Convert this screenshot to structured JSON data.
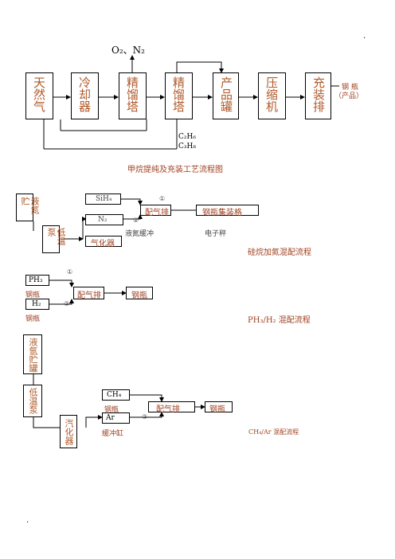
{
  "header_mark": ".",
  "footer_mark": ".",
  "section1": {
    "top_label": "O₂、N₂",
    "units": [
      "天然气",
      "冷却器",
      "精馏塔",
      "精馏塔",
      "产品罐",
      "压缩机",
      "充装排"
    ],
    "output_label_line1": "钢  瓶",
    "output_label_line2": "（产品）",
    "by_product_1": "C₂H₆",
    "by_product_2": "C₃H₈",
    "caption": "甲烷提纯及充装工艺流程图"
  },
  "section2": {
    "tank": "液氮贮",
    "pump": "低温泵",
    "sih4": "SiH₄",
    "n2": "N₂",
    "vaporizer": "气化器",
    "mixer": "配气排",
    "rack": "钢瓶集装格",
    "circle_1": "①",
    "circle_2": "②",
    "buffer_label": "液氮缓冲",
    "scale_label": "电子秤",
    "caption": "硅烷加氮混配流程"
  },
  "section3": {
    "ph3": "PH₃",
    "ph3_cyl": "钢瓶",
    "h2": "H₂",
    "h2_cyl": "钢瓶",
    "mixer": "配气排",
    "cylinder": "钢瓶",
    "circle_1": "①",
    "circle_2": "②",
    "caption": "PH₃/H₂ 混配流程"
  },
  "section4": {
    "tank": "液氩贮罐",
    "pump": "低温泵",
    "vaporizer": "汽化器",
    "ch4": "CH₄",
    "ch4_cyl": "钢瓶",
    "ar": "Ar",
    "ar_buffer": "缓冲缸",
    "mixer": "配气排",
    "cylinder": "钢瓶",
    "circle_2": "②",
    "caption": "CH₄/Ar 混配流程"
  }
}
